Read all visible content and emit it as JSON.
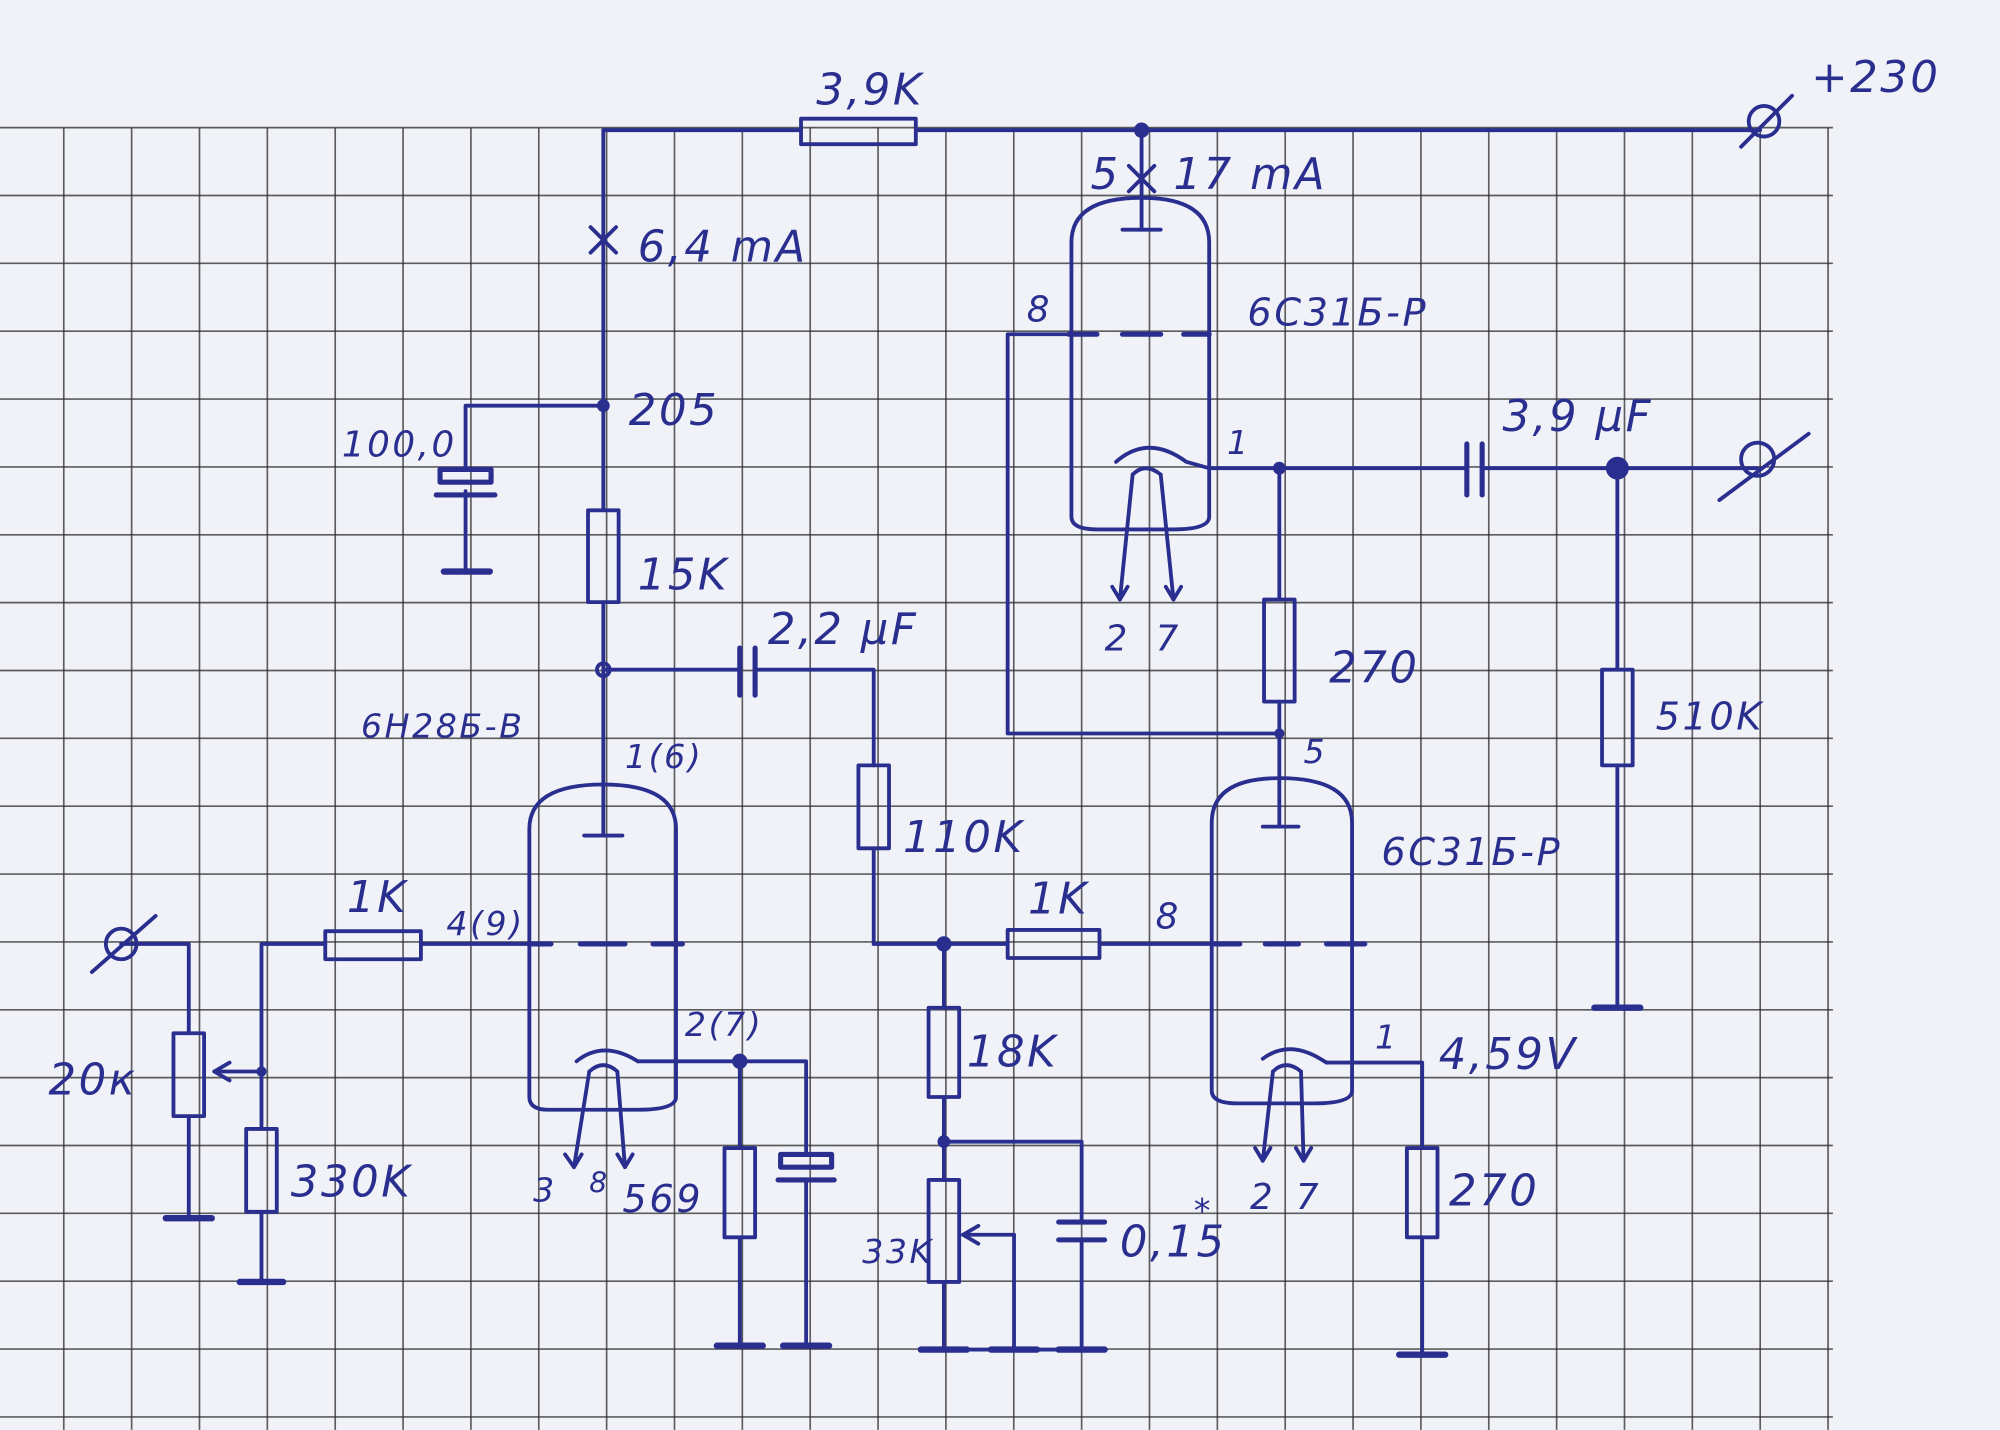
{
  "diagram": {
    "type": "hand-drawn tube amplifier schematic on grid paper",
    "ink_color": "#2a2f8f",
    "supply": "+230",
    "labels": {
      "r_supply": "3,9K",
      "current_v1": "6,4 mA",
      "current_v2_pin": "5",
      "current_v2": "17 mA",
      "node_voltage": "205",
      "cap_filter": "100,0",
      "r_anode": "15K",
      "cap_coupling": "2,2 µF",
      "tube1": "6Н28Б-В",
      "tube1_anode_pin": "1(6)",
      "tube1_grid_pin": "4(9)",
      "tube1_cathode_pin": "2(7)",
      "tube1_heater_a": "3",
      "tube1_heater_b": "8",
      "r_cathode1": "569",
      "r_grid_in": "1K",
      "pot_in": "20к",
      "r_in": "330K",
      "r_110k": "110K",
      "r_grid3": "1K",
      "tube3_grid_pin": "8",
      "r_18k": "18K",
      "pot_33k": "33K",
      "cap_015": "0,15",
      "cap_015_mark": "*",
      "tube2": "6С31Б-Р",
      "tube2_grid_pin": "8",
      "tube2_cathode_pin": "1",
      "tube2_heater_a": "2",
      "tube2_heater_b": "7",
      "r_270_upper": "270",
      "cap_out": "3,9 µF",
      "r_510k": "510K",
      "tube3": "6С31Б-Р",
      "tube3_anode_pin": "5",
      "tube3_cathode_pin": "1",
      "tube3_cathode_voltage": "4,59V",
      "tube3_heater_a": "2",
      "tube3_heater_b": "7",
      "r_270_lower": "270"
    }
  }
}
